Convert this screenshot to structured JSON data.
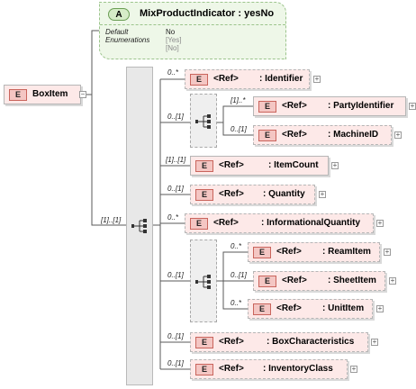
{
  "attribute": {
    "badge": "A",
    "name": "MixProductIndicator : yesNo",
    "default_label": "Default",
    "default_value": "No",
    "enum_label": "Enumerations",
    "enum_values": [
      "[Yes]",
      "[No]"
    ]
  },
  "root": {
    "badge": "E",
    "name": "BoxItem",
    "collapse": "−"
  },
  "main_cardinality": "[1]..[1]",
  "ref_label": "<Ref>",
  "expand_symbol": "+",
  "elements": [
    {
      "card": "0..*",
      "name": ": Identifier"
    },
    {
      "card": "0..[1]",
      "sequence": true,
      "children": [
        {
          "card": "[1]..*",
          "name": ": PartyIdentifier"
        },
        {
          "card": "0..[1]",
          "name": ": MachineID"
        }
      ]
    },
    {
      "card": "[1]..[1]",
      "name": ": ItemCount"
    },
    {
      "card": "0..[1]",
      "name": ": Quantity"
    },
    {
      "card": "0..*",
      "name": ": InformationalQuantity"
    },
    {
      "card": "0..[1]",
      "sequence": true,
      "children": [
        {
          "card": "0..*",
          "name": ": ReamItem"
        },
        {
          "card": "0..[1]",
          "name": ": SheetItem"
        },
        {
          "card": "0..*",
          "name": ": UnitItem"
        }
      ]
    },
    {
      "card": "0..[1]",
      "name": ": BoxCharacteristics"
    },
    {
      "card": "0..[1]",
      "name": ": InventoryClass"
    }
  ]
}
